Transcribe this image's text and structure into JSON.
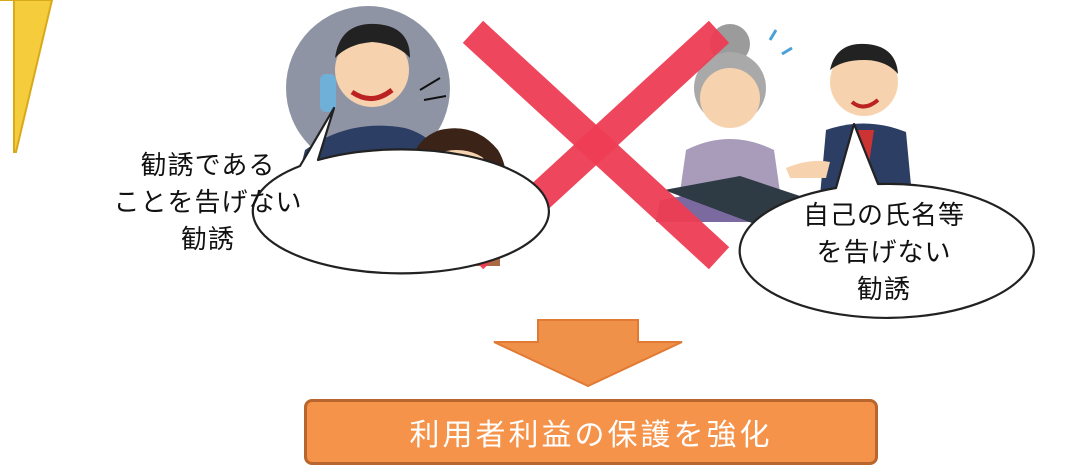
{
  "bubbles": {
    "left": {
      "lines": [
        "勧誘である",
        "ことを告げない",
        "勧誘"
      ]
    },
    "right": {
      "lines": [
        "自己の氏名等",
        "を告げない",
        "勧誘"
      ]
    }
  },
  "result": {
    "label": "利用者利益の保護を強化"
  },
  "icons": {
    "forbidden": "red-x-mark-icon",
    "down_arrow": "orange-down-arrow-icon"
  },
  "colors": {
    "x_mark": "#ee3d54",
    "arrow": "#f0914a",
    "box_fill": "#f5934a",
    "box_border": "#b8662e",
    "accent_yellow": "#f5cd3c"
  }
}
